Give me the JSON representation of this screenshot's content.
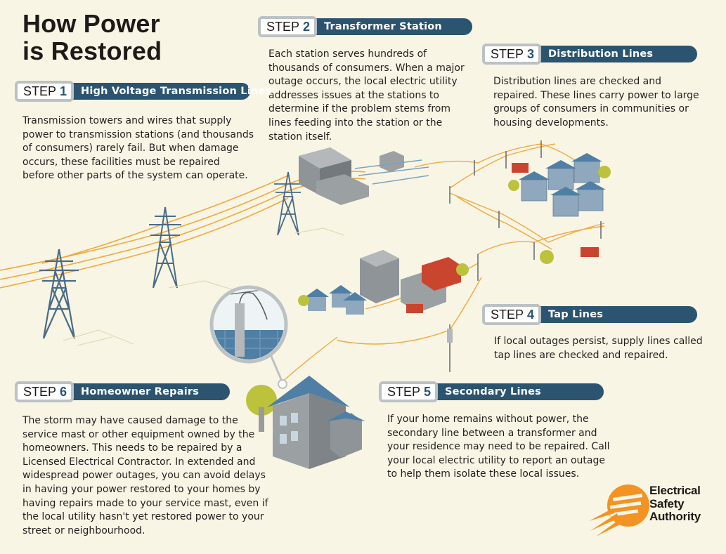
{
  "title": [
    "How Power",
    "is Restored"
  ],
  "steps": [
    {
      "label": "STEP",
      "num": "1",
      "title": "High Voltage Transmission Lines",
      "body": "Transmission towers and wires that supply power to transmission stations (and thousands of consumers) rarely fail. But when damage occurs, these facilities must be repaired before other parts of the system can operate."
    },
    {
      "label": "STEP",
      "num": "2",
      "title": "Transformer Station",
      "body": "Each station serves hundreds of thousands of consumers. When a major outage occurs, the local electric utility addresses issues at the stations to determine if the problem stems from lines feeding into the station or the station itself."
    },
    {
      "label": "STEP",
      "num": "3",
      "title": "Distribution Lines",
      "body": "Distribution lines are checked and repaired. These lines carry power to large groups of consumers in communities or housing developments."
    },
    {
      "label": "STEP",
      "num": "4",
      "title": "Tap Lines",
      "body": "If local outages persist, supply lines called tap lines are checked and repaired."
    },
    {
      "label": "STEP",
      "num": "5",
      "title": "Secondary Lines",
      "body": "If your home remains without power, the secondary line between a transformer and your residence may need to be repaired. Call your local electric utility to report an outage to help them isolate these local issues."
    },
    {
      "label": "STEP",
      "num": "6",
      "title": "Homeowner Repairs",
      "body": "The storm may have caused damage to the service mast or other equipment owned by the homeowners. This needs to be repaired by a Licensed Electrical Contractor. In extended and widespread power outages, you can avoid delays in having your power restored to your homes by having repairs made to your service mast, even if the local utility hasn't yet restored power to your street or neighbourhood."
    }
  ],
  "logo": {
    "lines": [
      "Electrical",
      "Safety",
      "Authority"
    ]
  },
  "colors": {
    "background": "#f8f5e5",
    "header_bar": "#2b5470",
    "tab_border": "#bcc1c4",
    "wire": "#f2a93b",
    "tower": "#4a6b86",
    "logo_orange": "#f39323"
  }
}
